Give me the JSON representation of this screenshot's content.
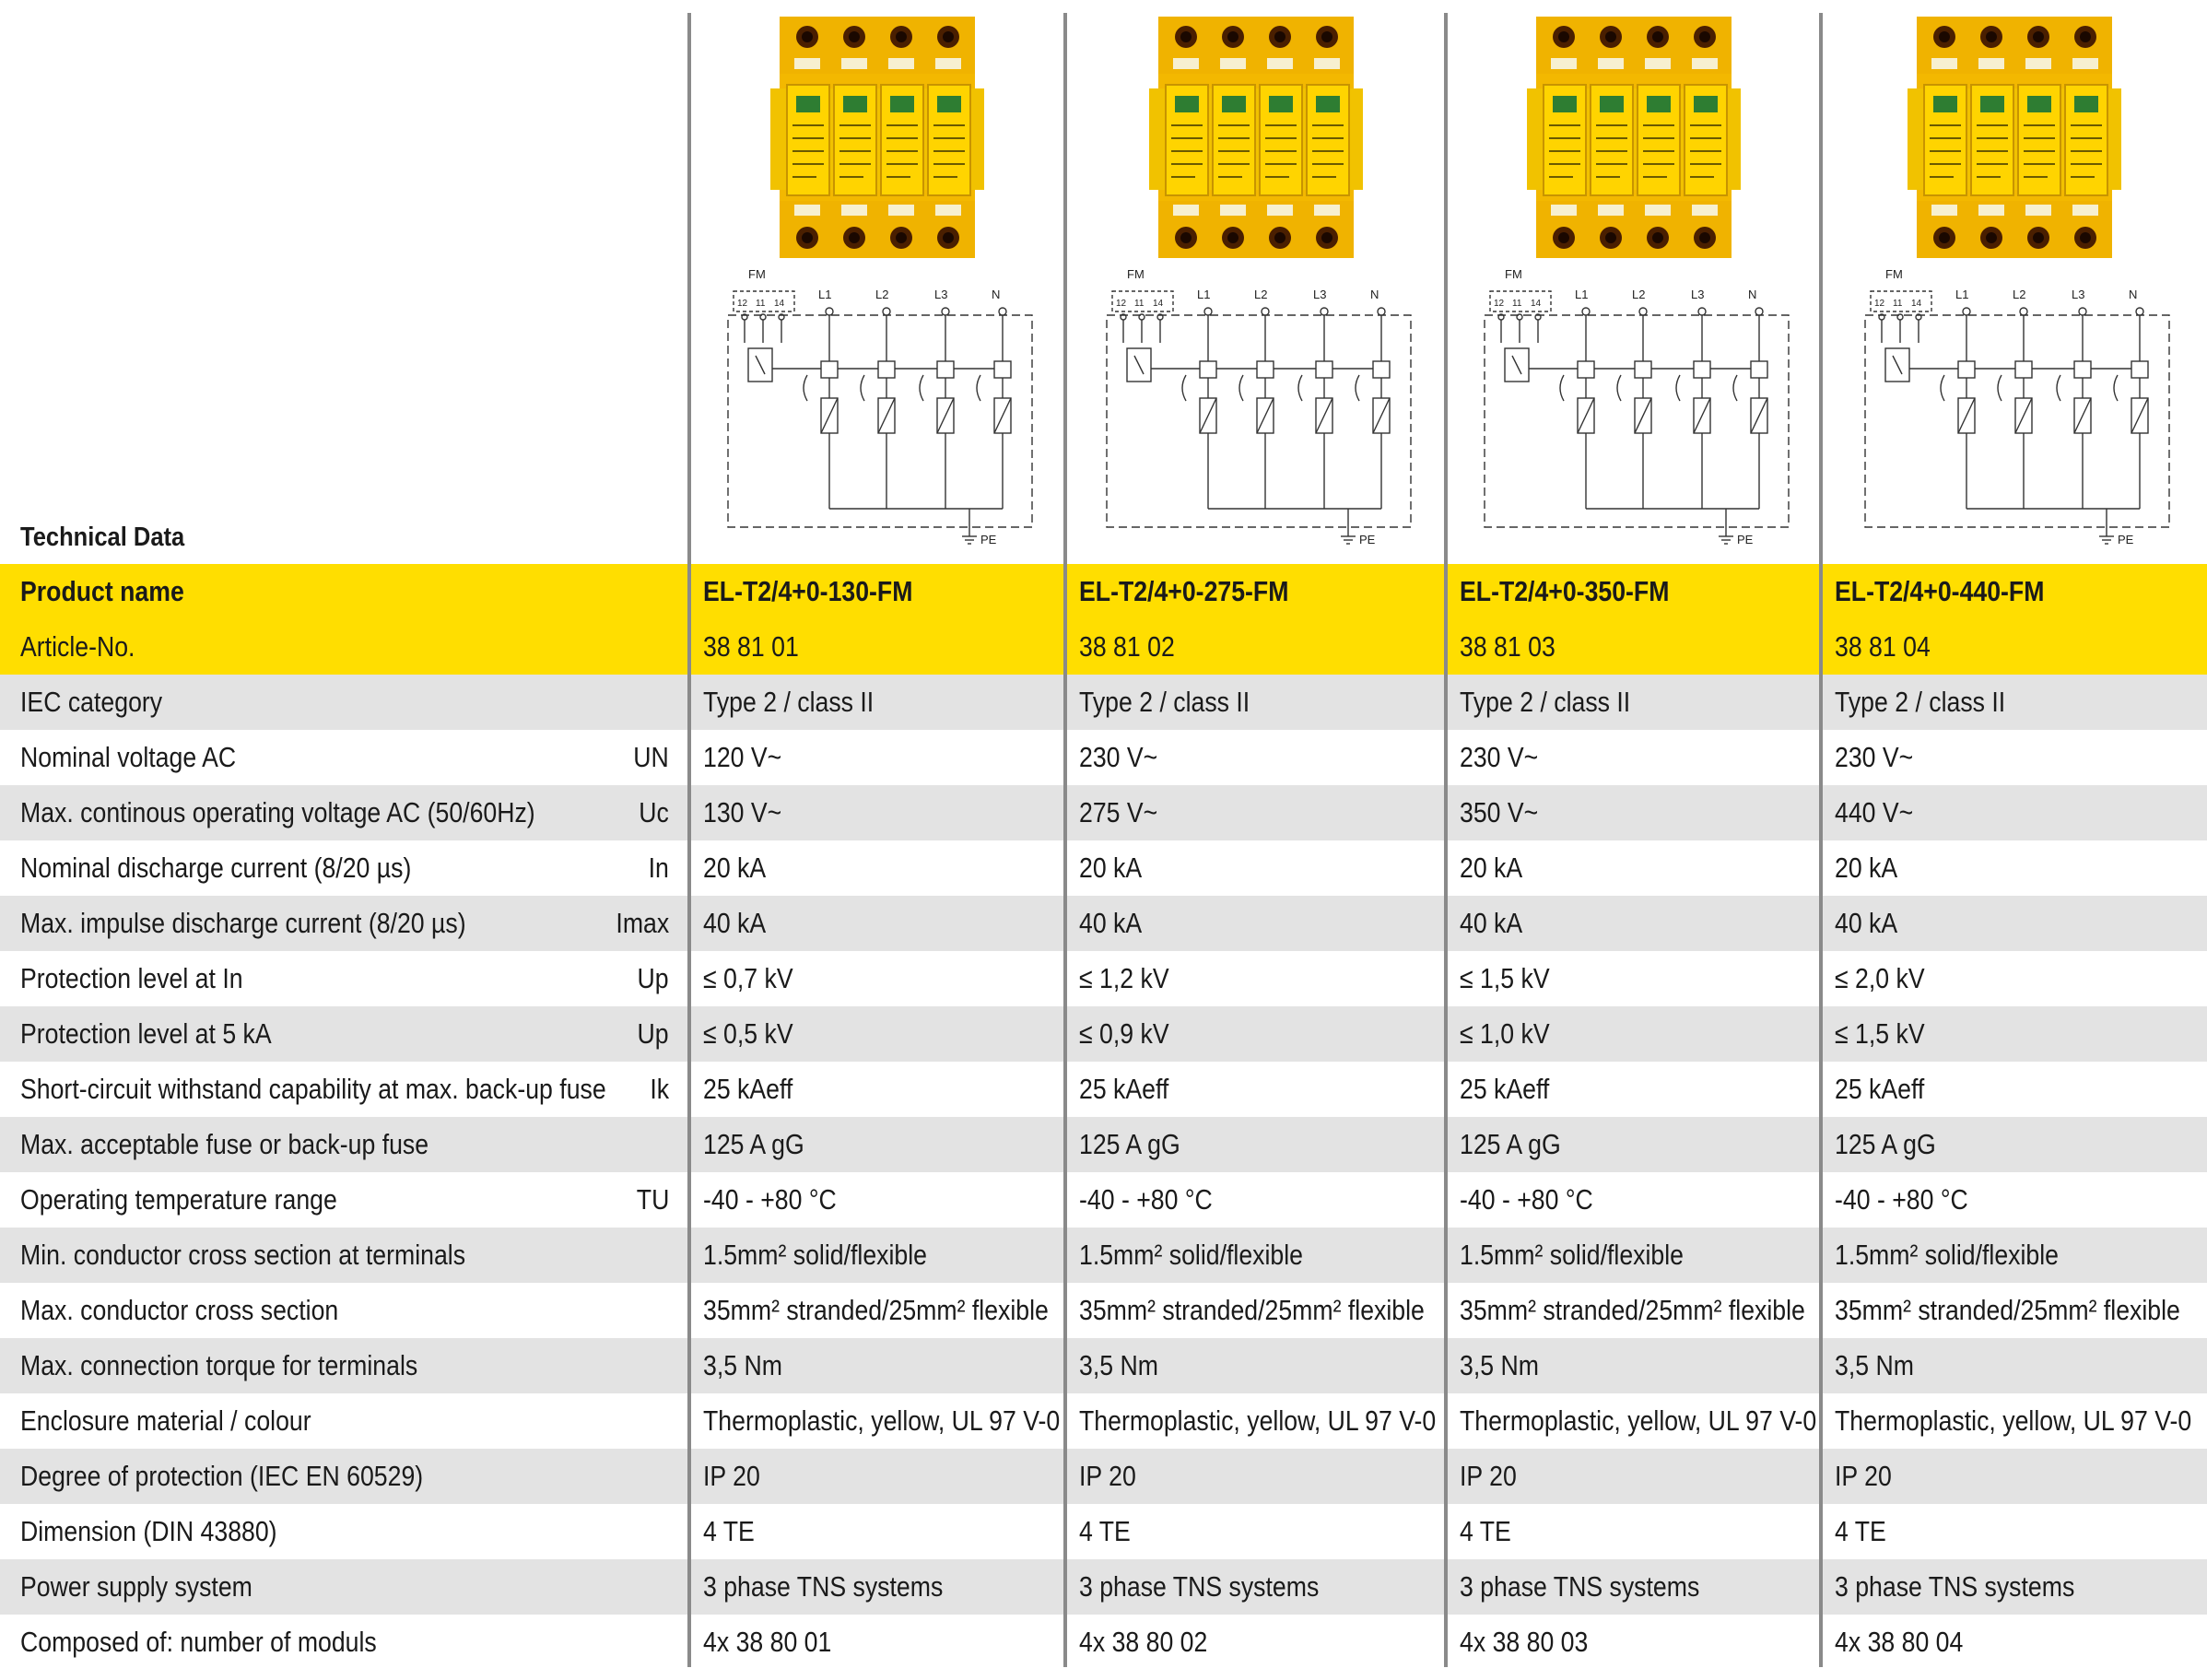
{
  "section_title": "Technical Data",
  "images": {
    "product_icon": "yellow-4-pole-surge-arrester",
    "schematic_icon": "circuit-schematic",
    "schematic_labels": {
      "fm": "FM",
      "contacts": [
        "12",
        "11",
        "14"
      ],
      "phases": [
        "L1",
        "L2",
        "L3",
        "N"
      ],
      "pe": "PE"
    }
  },
  "colors": {
    "highlight": "#ffde00",
    "row_shade": "#e3e3e3",
    "divider": "#8a8a8a"
  },
  "products": [
    {
      "name": "EL-T2/4+0-130-FM",
      "article": "38 81 01"
    },
    {
      "name": "EL-T2/4+0-275-FM",
      "article": "38 81 02"
    },
    {
      "name": "EL-T2/4+0-350-FM",
      "article": "38 81 03"
    },
    {
      "name": "EL-T2/4+0-440-FM",
      "article": "38 81 04"
    }
  ],
  "header_rows": [
    {
      "label": "Product name",
      "symbol": ""
    },
    {
      "label": "Article-No.",
      "symbol": ""
    }
  ],
  "rows": [
    {
      "label": "IEC category",
      "symbol": "",
      "values": [
        "Type 2 / class II",
        "Type 2 / class II",
        "Type 2 / class II",
        "Type 2 / class II"
      ]
    },
    {
      "label": "Nominal voltage AC",
      "symbol": "UN",
      "values": [
        "120 V~",
        "230 V~",
        "230 V~",
        "230 V~"
      ]
    },
    {
      "label": "Max. continous operating voltage AC (50/60Hz)",
      "symbol": "Uc",
      "values": [
        "130 V~",
        "275 V~",
        "350 V~",
        "440 V~"
      ]
    },
    {
      "label": "Nominal discharge current (8/20 µs)",
      "symbol": "In",
      "values": [
        "20 kA",
        "20 kA",
        "20 kA",
        "20 kA"
      ]
    },
    {
      "label": "Max. impulse discharge current (8/20 µs)",
      "symbol": "Imax",
      "values": [
        "40 kA",
        "40 kA",
        "40 kA",
        "40 kA"
      ]
    },
    {
      "label": "Protection level at In",
      "symbol": "Up",
      "values": [
        "≤ 0,7 kV",
        "≤ 1,2 kV",
        "≤ 1,5 kV",
        "≤ 2,0 kV"
      ]
    },
    {
      "label": "Protection level at 5 kA",
      "symbol": "Up",
      "values": [
        "≤ 0,5 kV",
        "≤ 0,9 kV",
        "≤ 1,0 kV",
        "≤ 1,5 kV"
      ]
    },
    {
      "label": "Short-circuit withstand capability at max. back-up fuse",
      "symbol": "Ik",
      "values": [
        "25 kAeff",
        "25 kAeff",
        "25 kAeff",
        "25 kAeff"
      ]
    },
    {
      "label": "Max. acceptable fuse or back-up fuse",
      "symbol": "",
      "values": [
        "125 A gG",
        "125 A gG",
        "125 A gG",
        "125 A gG"
      ]
    },
    {
      "label": "Operating temperature range",
      "symbol": "TU",
      "values": [
        "-40 - +80 °C",
        "-40 - +80 °C",
        "-40 - +80 °C",
        "-40 - +80 °C"
      ]
    },
    {
      "label": "Min. conductor cross section at terminals",
      "symbol": "",
      "values": [
        "1.5mm² solid/flexible",
        "1.5mm² solid/flexible",
        "1.5mm² solid/flexible",
        "1.5mm² solid/flexible"
      ]
    },
    {
      "label": "Max. conductor cross section",
      "symbol": "",
      "values": [
        "35mm² stranded/25mm² flexible",
        "35mm² stranded/25mm² flexible",
        "35mm² stranded/25mm² flexible",
        "35mm² stranded/25mm² flexible"
      ]
    },
    {
      "label": "Max. connection torque for terminals",
      "symbol": "",
      "values": [
        "3,5 Nm",
        "3,5 Nm",
        "3,5 Nm",
        "3,5 Nm"
      ]
    },
    {
      "label": "Enclosure material / colour",
      "symbol": "",
      "values": [
        "Thermoplastic, yellow, UL 97 V-0",
        "Thermoplastic, yellow, UL 97 V-0",
        "Thermoplastic, yellow, UL 97 V-0",
        "Thermoplastic, yellow, UL 97 V-0"
      ]
    },
    {
      "label": "Degree of protection (IEC EN 60529)",
      "symbol": "",
      "values": [
        "IP 20",
        "IP 20",
        "IP 20",
        "IP 20"
      ]
    },
    {
      "label": "Dimension (DIN 43880)",
      "symbol": "",
      "values": [
        "4 TE",
        "4 TE",
        "4 TE",
        "4 TE"
      ]
    },
    {
      "label": "Power supply system",
      "symbol": "",
      "values": [
        "3 phase TNS systems",
        "3 phase TNS systems",
        "3 phase TNS systems",
        "3 phase TNS systems"
      ]
    },
    {
      "label": "Composed of: number of moduls",
      "symbol": "",
      "values": [
        "4x 38 80 01",
        "4x 38 80 02",
        "4x 38 80 03",
        "4x 38 80 04"
      ]
    }
  ]
}
